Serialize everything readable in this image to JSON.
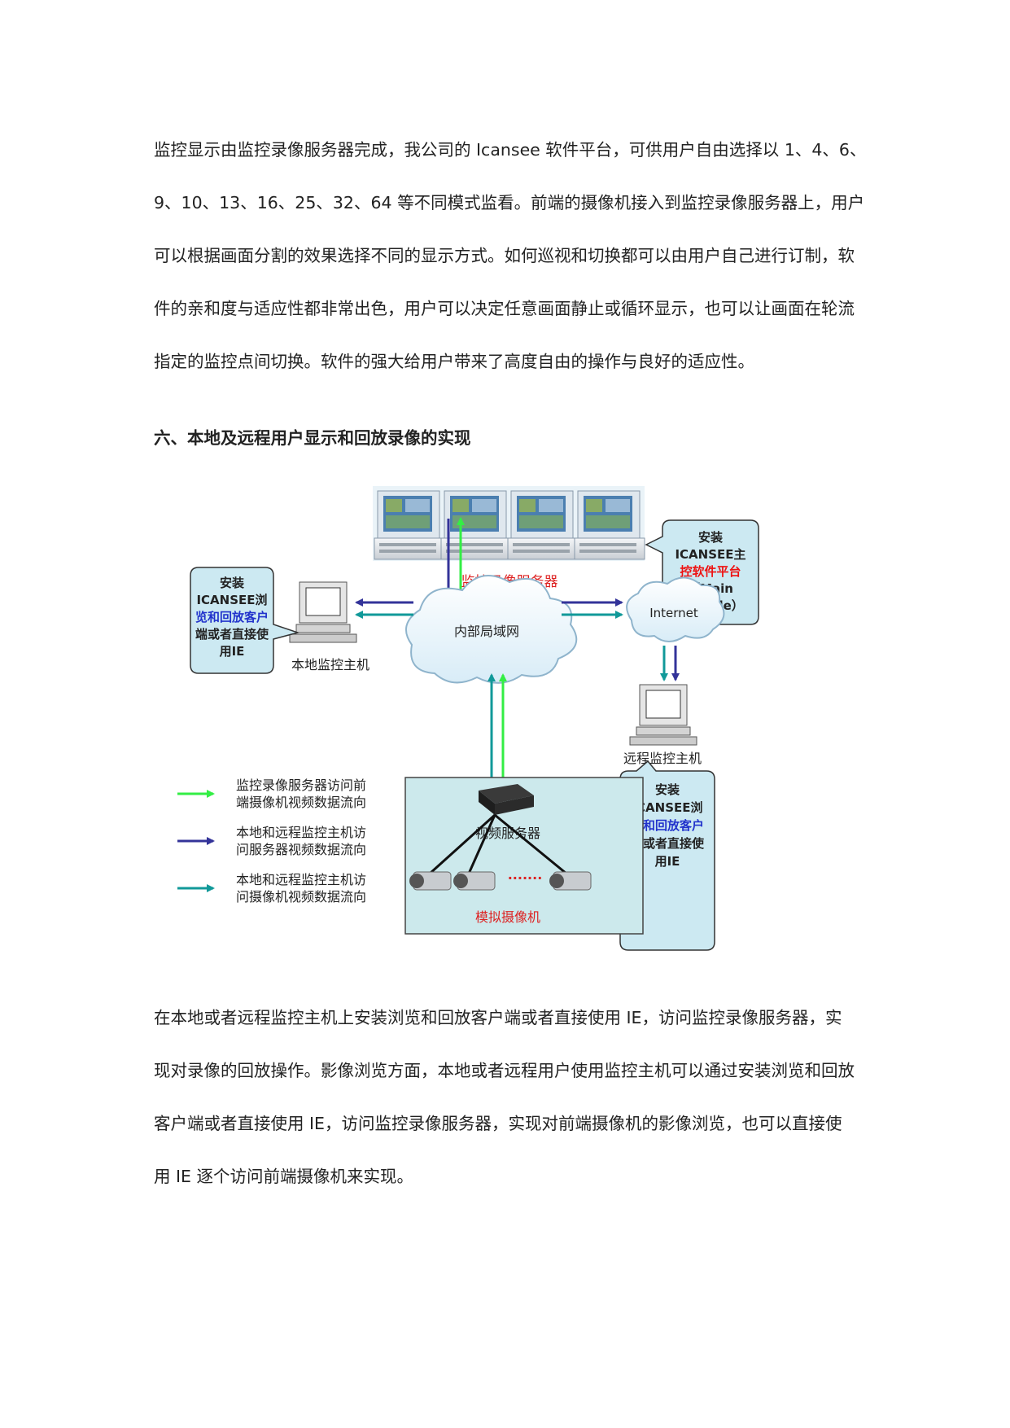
{
  "intro_lines": [
    "监控显示由监控录像服务器完成，我公司的 Icansee 软件平台，可供用户自由选择以 1、4、6、",
    "9、10、13、16、25、32、64 等不同模式监看。前端的摄像机接入到监控录像服务器上，用户",
    "可以根据画面分割的效果选择不同的显示方式。如何巡视和切换都可以由用户自己进行订制，软",
    "件的亲和度与适应性都非常出色，用户可以决定任意画面静止或循环显示，也可以让画面在轮流",
    "指定的监控点间切换。软件的强大给用户带来了高度自由的操作与良好的适应性。"
  ],
  "section_heading": "六、本地及远程用户显示和回放录像的实现",
  "diagram": {
    "server_label": "监控录像服务器",
    "lan_label": "内部局域网",
    "internet_label": "Internet",
    "local_host_label": "本地监控主机",
    "remote_host_label": "远程监控主机",
    "video_server_label": "视频服务器",
    "dots_label": "·······",
    "camera_label": "模拟摄像机",
    "main_console_bubble": [
      "安装",
      "ICANSEE主",
      "控软件平台",
      "（Main",
      "Console）"
    ],
    "local_bubble": [
      "安装",
      "ICANSEE浏",
      "览和回放客户",
      "端或者直接使",
      "用IE"
    ],
    "remote_bubble": [
      "安装",
      "ICANSEE浏",
      "览和回放客户",
      "端或者直接使",
      "用IE"
    ],
    "legend": [
      {
        "lines": [
          "监控录像服务器访问前",
          "端摄像机视频数据流向"
        ],
        "color": "#33ee44"
      },
      {
        "lines": [
          "本地和远程监控主机访",
          "问服务器视频数据流向"
        ],
        "color": "#333399"
      },
      {
        "lines": [
          "本地和远程监控主机访",
          "问摄像机视频数据流向"
        ],
        "color": "#119999"
      }
    ],
    "colors": {
      "green_arrow": "#33ee44",
      "navy_arrow": "#333399",
      "teal_arrow": "#119999",
      "bubble_fill": "#cce9f2",
      "panel_fill": "#cce9ec",
      "red_label": "#dd2222",
      "blue_text": "#2233cc",
      "red_text": "#ee1111"
    }
  },
  "outro_lines": [
    "在本地或者远程监控主机上安装浏览和回放客户端或者直接使用 IE，访问监控录像服务器，实",
    "现对录像的回放操作。影像浏览方面，本地或者远程用户使用监控主机可以通过安装浏览和回放",
    "客户端或者直接使用 IE，访问监控录像服务器，实现对前端摄像机的影像浏览，也可以直接使",
    "用 IE 逐个访问前端摄像机来实现。"
  ]
}
